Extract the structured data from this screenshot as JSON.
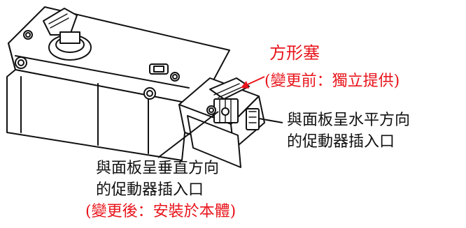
{
  "colors": {
    "callout_red": "#e8141b",
    "line": "#111111",
    "body_fill": "#ffffff"
  },
  "callouts": {
    "square_plug": {
      "title": "方形塞",
      "note": "(變更前：獨立提供)"
    },
    "horizontal_inlet": {
      "line1": "與面板呈水平方向",
      "line2": "的促動器插入口"
    },
    "vertical_inlet": {
      "line1": "與面板呈垂直方向",
      "line2": "的促動器插入口",
      "note": "(變更後：安裝於本體)"
    }
  }
}
